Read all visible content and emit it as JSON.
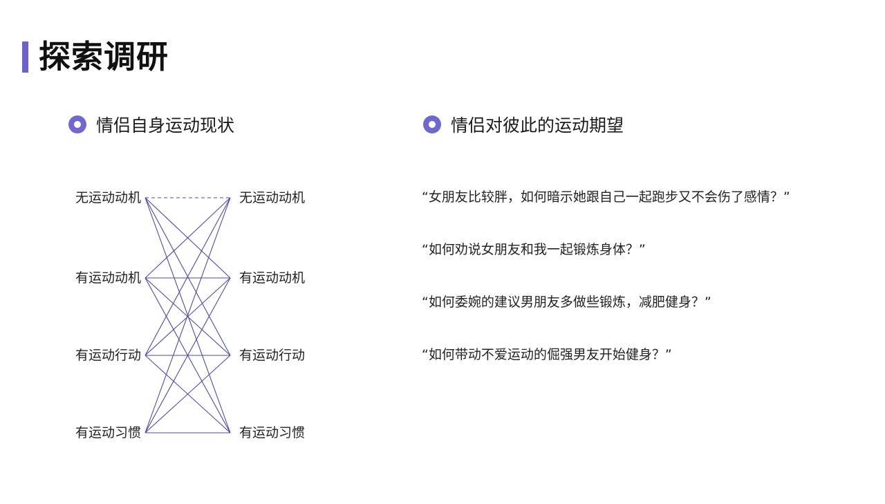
{
  "header": {
    "title": "探索调研",
    "accent_color": "#6b63c8"
  },
  "left_section": {
    "title": "情侣自身运动现状",
    "icon": "circle-bullet-icon",
    "left_nodes": [
      "无运动动机",
      "有运动动机",
      "有运动行动",
      "有运动习惯"
    ],
    "right_nodes": [
      "无运动动机",
      "有运动动机",
      "有运动行动",
      "有运动习惯"
    ],
    "edges": "complete bipartite (4x4); edge 无运动动机→无运动动机 is dashed, all others solid",
    "line_color": "#4a4aa0"
  },
  "right_section": {
    "title": "情侣对彼此的运动期望",
    "icon": "circle-bullet-icon",
    "quotes": [
      "“女朋友比较胖，如何暗示她跟自己一起跑步又不会伤了感情？”",
      "“如何劝说女朋友和我一起锻炼身体？”",
      "“如何委婉的建议男朋友多做些锻炼，减肥健身？”",
      "“如何带动不爱运动的倔强男友开始健身？”"
    ]
  }
}
